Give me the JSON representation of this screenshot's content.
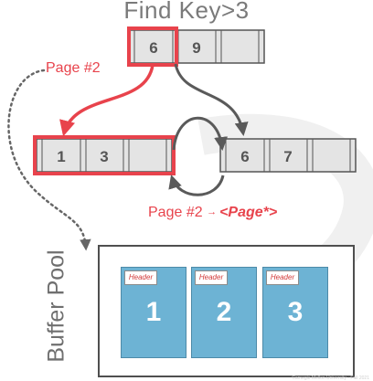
{
  "title": "Find Key>3",
  "root_node": {
    "keys": [
      "6",
      "9",
      ""
    ]
  },
  "leaf_left": {
    "keys": [
      "1",
      "3",
      ""
    ]
  },
  "leaf_right": {
    "keys": [
      "6",
      "7",
      ""
    ]
  },
  "page_label": "Page #2",
  "translation": {
    "prefix": "Page #2 ",
    "arrow": "→",
    "target": "<Page*>"
  },
  "buffer_pool": {
    "label": "Buffer Pool",
    "pages": [
      {
        "header": "Header",
        "number": "1"
      },
      {
        "header": "Header",
        "number": "2"
      },
      {
        "header": "Header",
        "number": "3"
      }
    ]
  },
  "footer": "Carnegie Mellon University · Fall 2021",
  "colors": {
    "highlight": "#e8434c",
    "node_fill": "#e4e4e4",
    "page_fill": "#6db3d4"
  }
}
